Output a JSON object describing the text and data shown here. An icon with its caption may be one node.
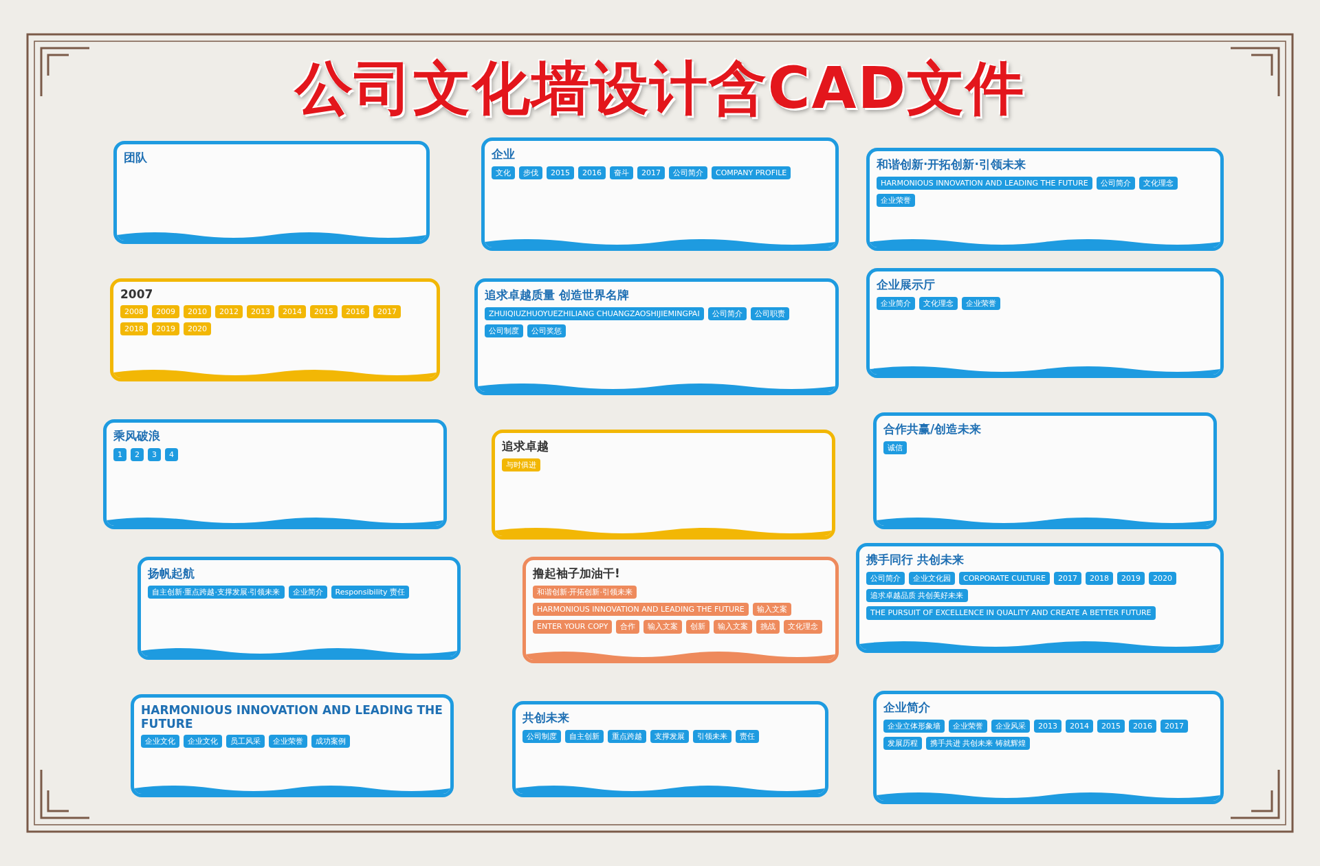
{
  "diagram": {
    "title": "公司文化墙设计含CAD文件",
    "nodes": [
      {
        "text": [
          "团队"
        ]
      },
      {
        "text": [
          "企业",
          "文化",
          "步伐",
          "2015",
          "2016",
          "奋斗",
          "2017",
          "公司简介",
          "COMPANY PROFILE"
        ]
      },
      {
        "text": [
          "和谐创新·开拓创新·引领未来",
          "HARMONIOUS INNOVATION AND LEADING THE FUTURE",
          "公司简介",
          "文化理念",
          "企业荣誉"
        ]
      },
      {
        "text": [
          "2007",
          "2008",
          "2009",
          "2010",
          "2012",
          "2013",
          "2014",
          "2015",
          "2016",
          "2017",
          "2018",
          "2019",
          "2020"
        ]
      },
      {
        "text": [
          "追求卓越质量 创造世界名牌",
          "ZHUIQIUZHUOYUEZHILIANG CHUANGZAOSHIJIEMINGPAI",
          "公司简介",
          "公司职责",
          "公司制度",
          "公司奖惩"
        ]
      },
      {
        "text": [
          "企业展示厅",
          "企业简介",
          "文化理念",
          "企业荣誉"
        ]
      },
      {
        "text": [
          "乘风破浪",
          "1",
          "2",
          "3",
          "4"
        ]
      },
      {
        "text": [
          "追求卓越",
          "与时俱进"
        ]
      },
      {
        "text": [
          "合作共赢/创造未来",
          "诚信"
        ]
      },
      {
        "text": [
          "扬帆起航",
          "自主创新·重点跨越·支撑发展·引领未来",
          "企业简介",
          "Responsibility 责任"
        ]
      },
      {
        "text": [
          "撸起袖子加油干!",
          "和谐创新·开拓创新·引领未来",
          "HARMONIOUS INNOVATION AND LEADING THE FUTURE",
          "输入文案",
          "ENTER YOUR COPY",
          "合作",
          "输入文案",
          "创新",
          "输入文案",
          "挑战",
          "文化理念"
        ]
      },
      {
        "text": [
          "携手同行 共创未来",
          "公司简介",
          "企业文化园",
          "CORPORATE CULTURE",
          "2017",
          "2018",
          "2019",
          "2020",
          "追求卓越品质 共创美好未来",
          "THE PURSUIT OF EXCELLENCE IN QUALITY AND CREATE A BETTER FUTURE"
        ]
      },
      {
        "text": [
          "HARMONIOUS INNOVATION AND LEADING THE FUTURE",
          "企业文化",
          "企业文化",
          "员工风采",
          "企业荣誉",
          "成功案例"
        ]
      },
      {
        "text": [
          "共创未来",
          "公司制度",
          "自主创新",
          "重点跨越",
          "支撑发展",
          "引领未来",
          "责任"
        ]
      },
      {
        "text": [
          "企业简介",
          "企业立体形象墙",
          "企业荣誉",
          "企业风采",
          "2013",
          "2014",
          "2015",
          "2016",
          "2017",
          "发展历程",
          "携手共进 共创未来 铸就辉煌"
        ]
      }
    ]
  }
}
